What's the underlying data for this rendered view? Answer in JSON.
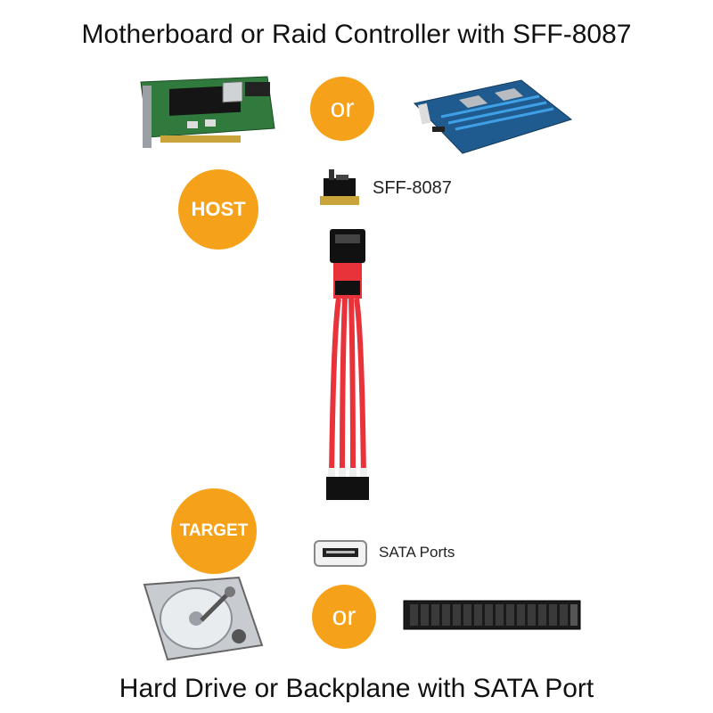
{
  "header": {
    "title": "Motherboard or Raid Controller with SFF-8087"
  },
  "footer": {
    "title": "Hard Drive or Backplane with SATA Port"
  },
  "badges": {
    "or_top": "or",
    "host": "HOST",
    "target": "TARGET",
    "or_bottom": "or"
  },
  "labels": {
    "sff": "SFF-8087",
    "sata": "SATA Ports"
  },
  "colors": {
    "accent": "#f5a21a",
    "cable": "#e8333a",
    "pcb_green": "#2f7a3c",
    "board_blue": "#2a6fb0"
  },
  "icons": [
    "raid-card-image",
    "motherboard-image",
    "sff-8087-connector-icon",
    "cable-image",
    "sata-port-icon",
    "hard-drive-image",
    "backplane-image"
  ]
}
